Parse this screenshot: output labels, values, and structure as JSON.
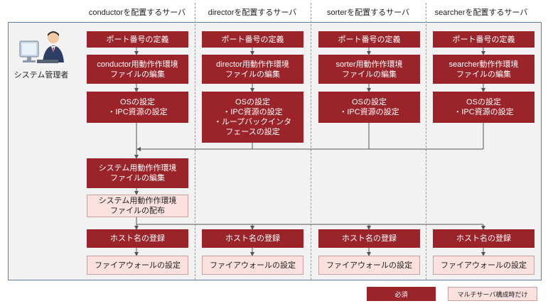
{
  "columns": [
    {
      "header": "conductorを配置するサーバ"
    },
    {
      "header": "directorを配置するサーバ"
    },
    {
      "header": "sorterを配置するサーバ"
    },
    {
      "header": "searcherを配置するサーバ"
    }
  ],
  "admin": {
    "label": "システム管理者",
    "icon": "administrator-at-computer-icon"
  },
  "conductor": {
    "port": "ポート番号の定義",
    "env_edit": "conductor用動作作環境\nファイルの編集",
    "os": "OSの設定\n・IPC資源の設定",
    "system_env_edit": "システム用動作作環境\nファイルの編集",
    "system_env_dist": "システム用動作作環境\nファイルの配布",
    "host": "ホスト名の登録",
    "firewall": "ファイアウォールの設定"
  },
  "director": {
    "port": "ポート番号の定義",
    "env_edit": "director用動作作環境\nファイルの編集",
    "os": "OSの設定\n・IPC資源の設定\n・ループバックインタ\nフェースの設定",
    "host": "ホスト名の登録",
    "firewall": "ファイアウォールの設定"
  },
  "sorter": {
    "port": "ポート番号の定義",
    "env_edit": "sorter用動作作環境\nファイルの編集",
    "os": "OSの設定\n・IPC資源の設定",
    "host": "ホスト名の登録",
    "firewall": "ファイアウォールの設定"
  },
  "searcher": {
    "port": "ポート番号の定義",
    "env_edit": "searcher動作作環境\nファイルの編集",
    "os": "OSの設定\n・IPC資源の設定",
    "host": "ホスト名の登録",
    "firewall": "ファイアウォールの設定"
  },
  "legend": {
    "required": "必須",
    "multi_server_only": "マルチサーバ構成時だけ"
  },
  "colors": {
    "required": "#9b232a",
    "optional": "#fbe0e0",
    "frame_border": "#5b7fa6",
    "background": "#f2f2f2"
  }
}
